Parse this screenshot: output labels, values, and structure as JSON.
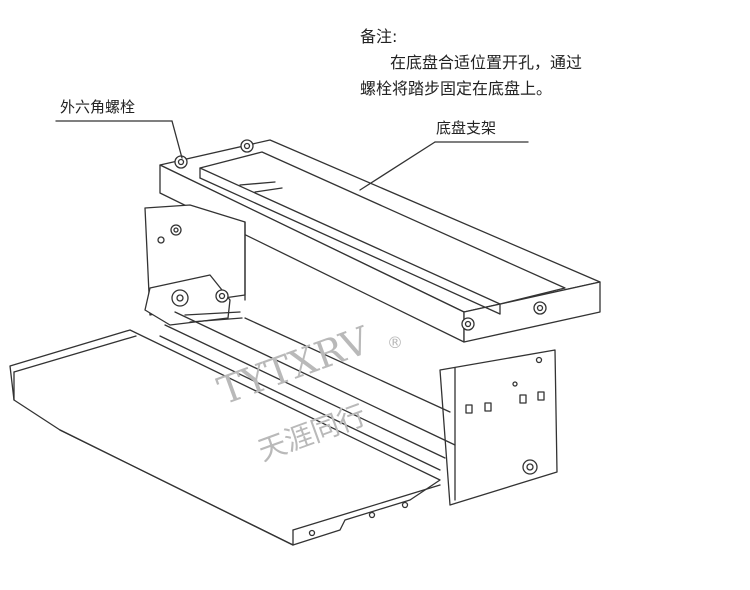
{
  "note": {
    "heading": "备注:",
    "line1": "在底盘合适位置开孔，通过",
    "line2": "螺栓将踏步固定在底盘上。"
  },
  "callouts": {
    "bolt": "外六角螺栓",
    "bracket": "底盘支架"
  },
  "watermark": {
    "brand": "TYTXRV",
    "registered": "®",
    "cn": "天涯同行"
  }
}
